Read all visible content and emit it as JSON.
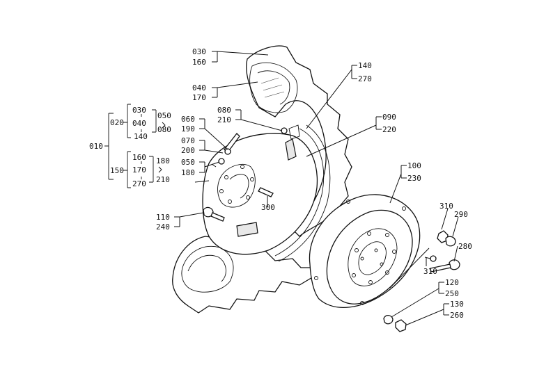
{
  "labels": {
    "l030a": "030",
    "l160a": "160",
    "l040a": "040",
    "l170a": "170",
    "l140a": "140",
    "l270a": "270",
    "l080a": "080",
    "l210a": "210",
    "l090": "090",
    "l220": "220",
    "l060": "060",
    "l190": "190",
    "l070": "070",
    "l200": "200",
    "l050a": "050",
    "l180a": "180",
    "l300": "300",
    "l100": "100",
    "l230": "230",
    "l110": "110",
    "l240": "240",
    "l310a": "310",
    "l290": "290",
    "l280": "280",
    "l310b": "310",
    "l120": "120",
    "l250": "250",
    "l130": "130",
    "l260": "260",
    "t010": "010",
    "t020": "020",
    "t150": "150",
    "t030": "030",
    "t040": "040",
    "t140": "140",
    "t050": "050",
    "t080": "080",
    "t160": "160",
    "t170": "170",
    "t270": "270",
    "t180": "180",
    "t210": "210"
  },
  "colors": {
    "ink": "#111111",
    "paper": "#ffffff"
  }
}
